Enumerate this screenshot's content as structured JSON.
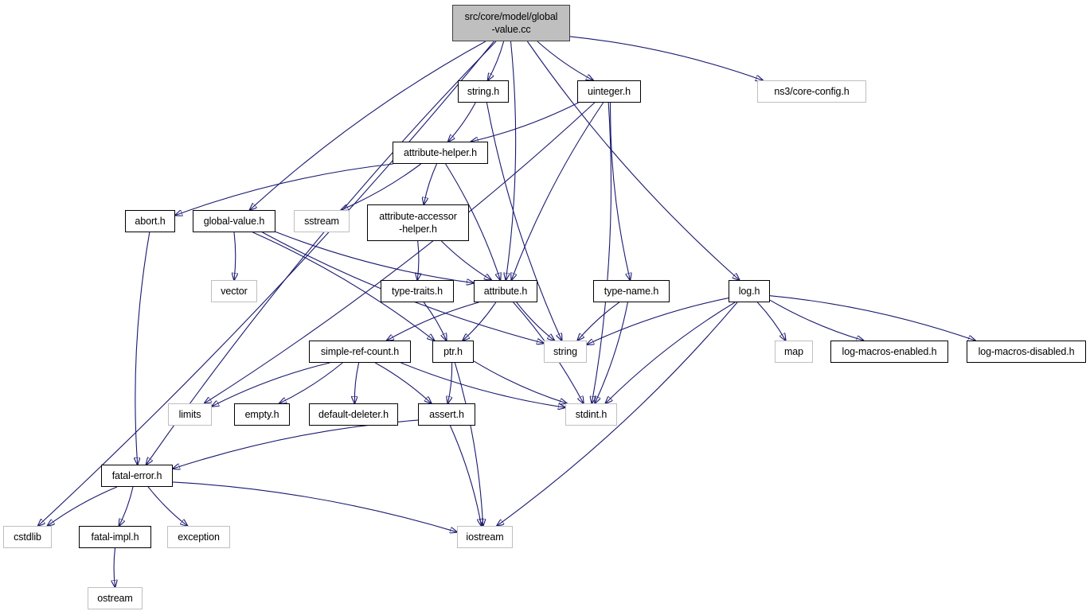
{
  "diagram": {
    "nodes": [
      {
        "id": "root",
        "label": "src/core/model/global\n-value.cc",
        "kind": "root"
      },
      {
        "id": "string_h",
        "label": "string.h",
        "kind": "local"
      },
      {
        "id": "uinteger_h",
        "label": "uinteger.h",
        "kind": "local"
      },
      {
        "id": "ns3_core_config_h",
        "label": "ns3/core-config.h",
        "kind": "system"
      },
      {
        "id": "attribute_helper_h",
        "label": "attribute-helper.h",
        "kind": "local"
      },
      {
        "id": "abort_h",
        "label": "abort.h",
        "kind": "local"
      },
      {
        "id": "global_value_h",
        "label": "global-value.h",
        "kind": "local"
      },
      {
        "id": "sstream",
        "label": "sstream",
        "kind": "system"
      },
      {
        "id": "attribute_accessor_helper_h",
        "label": "attribute-accessor\n-helper.h",
        "kind": "local"
      },
      {
        "id": "vector",
        "label": "vector",
        "kind": "system"
      },
      {
        "id": "type_traits_h",
        "label": "type-traits.h",
        "kind": "local"
      },
      {
        "id": "attribute_h",
        "label": "attribute.h",
        "kind": "local"
      },
      {
        "id": "type_name_h",
        "label": "type-name.h",
        "kind": "local"
      },
      {
        "id": "log_h",
        "label": "log.h",
        "kind": "local"
      },
      {
        "id": "simple_ref_count_h",
        "label": "simple-ref-count.h",
        "kind": "local"
      },
      {
        "id": "ptr_h",
        "label": "ptr.h",
        "kind": "local"
      },
      {
        "id": "string",
        "label": "string",
        "kind": "system"
      },
      {
        "id": "map",
        "label": "map",
        "kind": "system"
      },
      {
        "id": "log_macros_enabled_h",
        "label": "log-macros-enabled.h",
        "kind": "local"
      },
      {
        "id": "log_macros_disabled_h",
        "label": "log-macros-disabled.h",
        "kind": "local"
      },
      {
        "id": "limits",
        "label": "limits",
        "kind": "system"
      },
      {
        "id": "empty_h",
        "label": "empty.h",
        "kind": "local"
      },
      {
        "id": "default_deleter_h",
        "label": "default-deleter.h",
        "kind": "local"
      },
      {
        "id": "assert_h",
        "label": "assert.h",
        "kind": "local"
      },
      {
        "id": "stdint_h",
        "label": "stdint.h",
        "kind": "system"
      },
      {
        "id": "fatal_error_h",
        "label": "fatal-error.h",
        "kind": "local"
      },
      {
        "id": "cstdlib",
        "label": "cstdlib",
        "kind": "system"
      },
      {
        "id": "fatal_impl_h",
        "label": "fatal-impl.h",
        "kind": "local"
      },
      {
        "id": "exception",
        "label": "exception",
        "kind": "system"
      },
      {
        "id": "iostream",
        "label": "iostream",
        "kind": "system"
      },
      {
        "id": "ostream",
        "label": "ostream",
        "kind": "system"
      }
    ],
    "edges": [
      [
        "root",
        "string_h"
      ],
      [
        "root",
        "uinteger_h"
      ],
      [
        "root",
        "ns3_core_config_h"
      ],
      [
        "root",
        "global_value_h"
      ],
      [
        "root",
        "attribute_h"
      ],
      [
        "root",
        "log_h"
      ],
      [
        "root",
        "cstdlib"
      ],
      [
        "root",
        "fatal_error_h"
      ],
      [
        "string_h",
        "attribute_helper_h"
      ],
      [
        "string_h",
        "string"
      ],
      [
        "uinteger_h",
        "attribute_helper_h"
      ],
      [
        "uinteger_h",
        "attribute_h"
      ],
      [
        "uinteger_h",
        "limits"
      ],
      [
        "uinteger_h",
        "type_name_h"
      ],
      [
        "uinteger_h",
        "stdint_h"
      ],
      [
        "attribute_helper_h",
        "abort_h"
      ],
      [
        "attribute_helper_h",
        "sstream"
      ],
      [
        "attribute_helper_h",
        "attribute_accessor_helper_h"
      ],
      [
        "attribute_helper_h",
        "attribute_h"
      ],
      [
        "abort_h",
        "fatal_error_h"
      ],
      [
        "global_value_h",
        "vector"
      ],
      [
        "global_value_h",
        "attribute_h"
      ],
      [
        "global_value_h",
        "ptr_h"
      ],
      [
        "global_value_h",
        "string"
      ],
      [
        "attribute_accessor_helper_h",
        "type_traits_h"
      ],
      [
        "attribute_accessor_helper_h",
        "attribute_h"
      ],
      [
        "type_traits_h",
        "ptr_h"
      ],
      [
        "attribute_h",
        "simple_ref_count_h"
      ],
      [
        "attribute_h",
        "ptr_h"
      ],
      [
        "attribute_h",
        "string"
      ],
      [
        "attribute_h",
        "stdint_h"
      ],
      [
        "type_name_h",
        "string"
      ],
      [
        "type_name_h",
        "stdint_h"
      ],
      [
        "log_h",
        "string"
      ],
      [
        "log_h",
        "map"
      ],
      [
        "log_h",
        "log_macros_enabled_h"
      ],
      [
        "log_h",
        "log_macros_disabled_h"
      ],
      [
        "log_h",
        "stdint_h"
      ],
      [
        "log_h",
        "iostream"
      ],
      [
        "simple_ref_count_h",
        "limits"
      ],
      [
        "simple_ref_count_h",
        "empty_h"
      ],
      [
        "simple_ref_count_h",
        "default_deleter_h"
      ],
      [
        "simple_ref_count_h",
        "assert_h"
      ],
      [
        "simple_ref_count_h",
        "stdint_h"
      ],
      [
        "ptr_h",
        "assert_h"
      ],
      [
        "ptr_h",
        "stdint_h"
      ],
      [
        "ptr_h",
        "iostream"
      ],
      [
        "assert_h",
        "fatal_error_h"
      ],
      [
        "assert_h",
        "iostream"
      ],
      [
        "fatal_error_h",
        "cstdlib"
      ],
      [
        "fatal_error_h",
        "fatal_impl_h"
      ],
      [
        "fatal_error_h",
        "exception"
      ],
      [
        "fatal_error_h",
        "iostream"
      ],
      [
        "fatal_impl_h",
        "ostream"
      ]
    ]
  },
  "colors": {
    "edge": "#191970",
    "local_border": "#000000",
    "system_border": "#bfbfbf",
    "root_fill": "#bfbfbf"
  }
}
